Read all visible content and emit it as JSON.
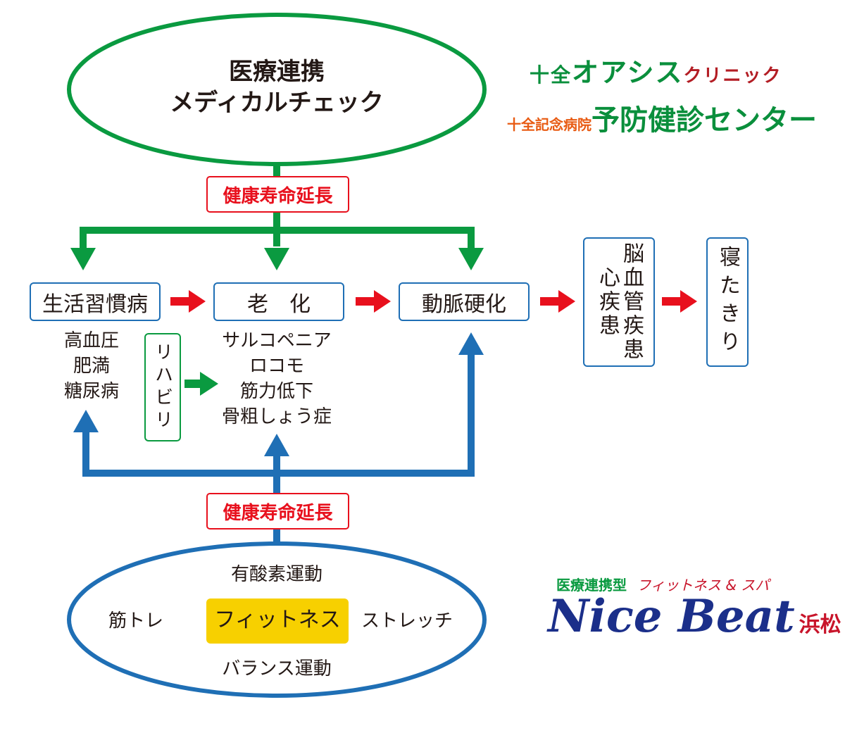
{
  "top_ellipse": {
    "line1": "医療連携",
    "line2": "メディカルチェック"
  },
  "logos": {
    "clinic_prefix": "十全",
    "clinic_name": "オアシス",
    "clinic_suffix": "クリニック",
    "center_prefix": "十全記念病院",
    "center_name": "予防健診センター",
    "nicebeat_tagline_left": "医療連携型",
    "nicebeat_tagline_right": "フィットネス & スパ",
    "nicebeat_name": "Nice Beat",
    "nicebeat_city": "浜松"
  },
  "tags": {
    "top": "健康寿命延長",
    "bottom": "健康寿命延長"
  },
  "stages": {
    "lifestyle": "生活習慣病",
    "aging": "老　化",
    "arteriosclerosis": "動脈硬化",
    "cardio_brain": "心疾患",
    "cardio_brain_left": "脳血管疾患",
    "bedridden": "寝たきり"
  },
  "lifestyle_items": [
    "高血圧",
    "肥満",
    "糖尿病"
  ],
  "aging_items": [
    "サルコペニア",
    "ロコモ",
    "筋力低下",
    "骨粗しょう症"
  ],
  "rehab": "リハビリ",
  "bottom_ellipse": {
    "top": "有酸素運動",
    "left": "筋トレ",
    "center": "フィットネス",
    "right": "ストレッチ",
    "bottom": "バランス運動"
  },
  "colors": {
    "green": "#0a9a40",
    "blue": "#1f6fb5",
    "red": "#e8101d",
    "yellow": "#f7d000"
  }
}
